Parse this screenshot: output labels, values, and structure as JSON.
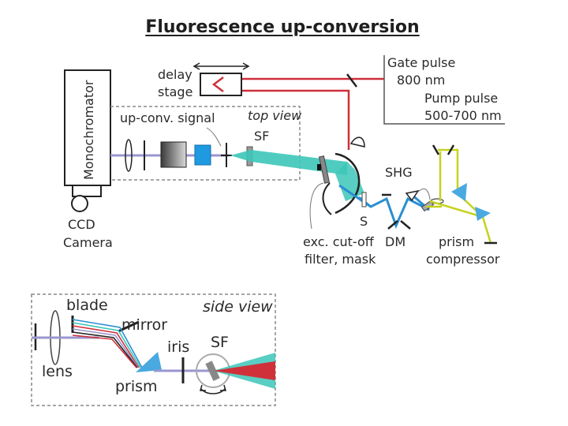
{
  "title": "Fluorescence up-conversion",
  "top_diagram": {
    "monochromator": "Monochromator",
    "ccd_line1": "CCD",
    "ccd_line2": "Camera",
    "delay_line1": "delay",
    "delay_line2": "stage",
    "gate_line1": "Gate pulse",
    "gate_line2": "800 nm",
    "pump_line1": "Pump pulse",
    "pump_line2": "500-700 nm",
    "upconv_signal": "up-conv. signal",
    "top_view": "top view",
    "sf": "SF",
    "shg": "SHG",
    "s": "S",
    "dm": "DM",
    "filter_line1": "exc. cut-off",
    "filter_line2": "filter, mask",
    "prism_line1": "prism",
    "prism_line2": "compressor"
  },
  "side_diagram": {
    "side_view": "side view",
    "blade": "blade",
    "mirror": "mirror",
    "lens": "lens",
    "prism": "prism",
    "iris": "iris",
    "sf": "SF"
  },
  "colors": {
    "gate_beam": "#d0303a",
    "pump_beam": "#2a8fd0",
    "teal_beam": "#3cc6b8",
    "compressor_beam": "#c5d21e",
    "signal_beam": "#9a96cf",
    "prism_fill": "#4aa9e0",
    "title": "#1f1f1f"
  }
}
